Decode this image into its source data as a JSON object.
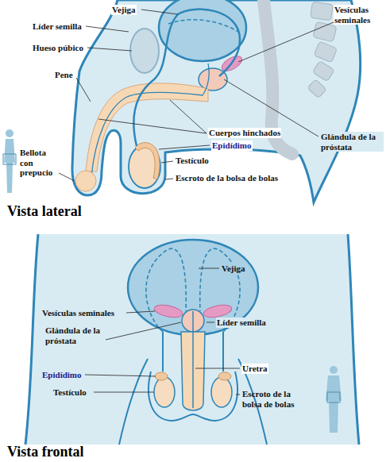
{
  "diagram": {
    "labels": [
      "Vejiga",
      "Vesículas seminales",
      "Líder semilla",
      "Hueso púbico",
      "Pene",
      "Cuerpos hinchados",
      "Glándula de la próstata",
      "Epidídimo",
      "Bellota con prepucio",
      "Testículo",
      "Escroto de la bolsa de bolas",
      "Vista lateral",
      "Vejiga",
      "Vesículas seminales",
      "Glándula de la próstata",
      "Líder semilla",
      "Epidídimo",
      "Uretra",
      "Testículo",
      "Escroto de la bolsa de bolas",
      "Vista frontal"
    ]
  }
}
